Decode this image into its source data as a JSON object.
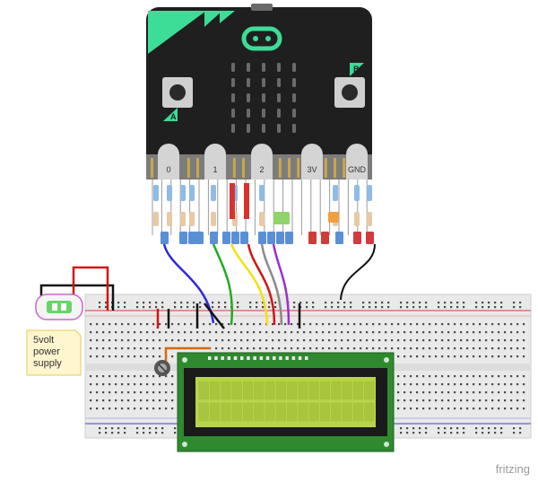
{
  "microbit": {
    "pin_labels": [
      "0",
      "1",
      "2",
      "3V",
      "GND"
    ],
    "button_a_label": "A",
    "button_b_label": "B",
    "led_rows": 5,
    "led_cols": 5,
    "accent_color": "#3ddc97",
    "board_color": "#1f1f1f"
  },
  "power_supply": {
    "label_lines": [
      "5volt",
      "power",
      "supply"
    ]
  },
  "watermark": "fritzing",
  "colors": {
    "wire_blue": "#2b2bd6",
    "wire_green": "#22aa22",
    "wire_yellow": "#f2e20f",
    "wire_red": "#d41414",
    "wire_gray": "#8a8a8a",
    "wire_purple": "#9b30c8",
    "wire_black": "#111111",
    "wire_orange": "#d86a10",
    "lcd_pcb": "#2f8a2f",
    "lcd_screen": "#b8d44a"
  },
  "icons": {
    "microbit_logo": "microbit-logo-icon",
    "potentiometer": "potentiometer-icon",
    "power_jack": "power-jack-icon"
  }
}
